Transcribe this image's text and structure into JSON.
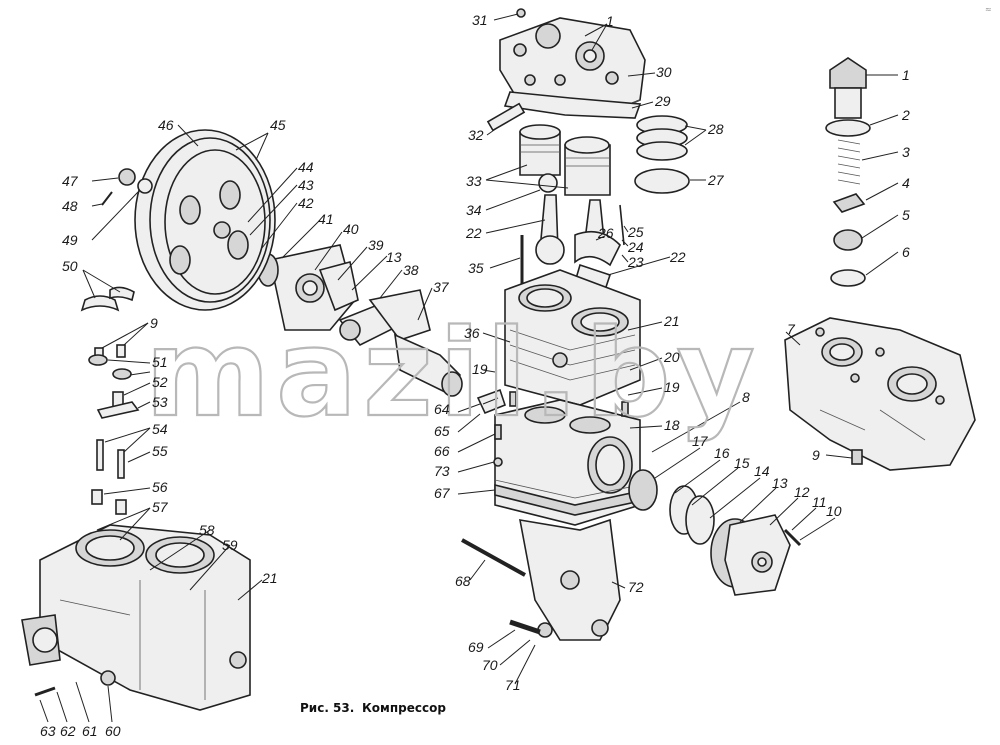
{
  "caption": {
    "number": "Рис. 53.",
    "title": "Компрессор"
  },
  "watermark": "mazil.by",
  "corner_mark": "≈",
  "labels": {
    "l1a": "1",
    "l1b": "1",
    "l2": "2",
    "l3": "3",
    "l4": "4",
    "l5": "5",
    "l6": "6",
    "l7": "7",
    "l8": "8",
    "l9a": "9",
    "l9b": "9",
    "l10": "10",
    "l11": "11",
    "l12": "12",
    "l13a": "13",
    "l13b": "13",
    "l14": "14",
    "l15": "15",
    "l16": "16",
    "l17": "17",
    "l18": "18",
    "l19a": "19",
    "l19b": "19",
    "l20": "20",
    "l21a": "21",
    "l21b": "21",
    "l22a": "22",
    "l22b": "22",
    "l23": "23",
    "l24": "24",
    "l25": "25",
    "l26": "26",
    "l27": "27",
    "l28": "28",
    "l29": "29",
    "l30": "30",
    "l31": "31",
    "l32": "32",
    "l33": "33",
    "l34": "34",
    "l35": "35",
    "l36": "36",
    "l37": "37",
    "l38": "38",
    "l39": "39",
    "l40": "40",
    "l41": "41",
    "l42": "42",
    "l43": "43",
    "l44": "44",
    "l45": "45",
    "l46": "46",
    "l47": "47",
    "l48": "48",
    "l49": "49",
    "l50": "50",
    "l51": "51",
    "l52": "52",
    "l53": "53",
    "l54": "54",
    "l55": "55",
    "l56": "56",
    "l57": "57",
    "l58": "58",
    "l59": "59",
    "l60": "60",
    "l61": "61",
    "l62": "62",
    "l63": "63",
    "l64": "64",
    "l65": "65",
    "l66": "66",
    "l67": "67",
    "l68": "68",
    "l69": "69",
    "l70": "70",
    "l71": "71",
    "l72": "72",
    "l73": "73"
  }
}
